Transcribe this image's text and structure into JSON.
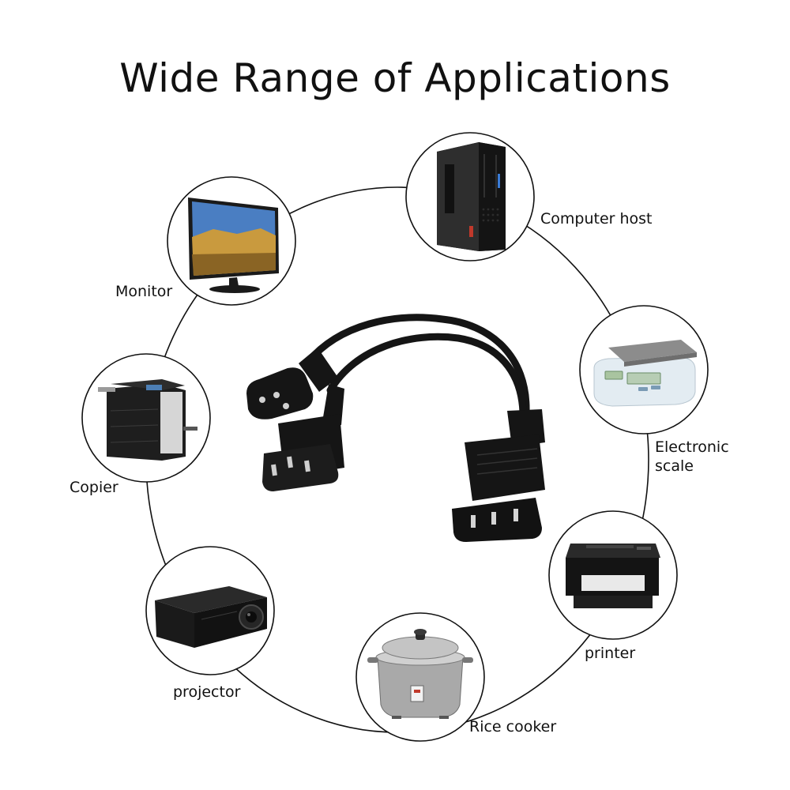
{
  "title": "Wide Range of Applications",
  "devices": [
    {
      "id": "computer-host",
      "label": "Computer host",
      "icon": "computer-tower-icon"
    },
    {
      "id": "monitor",
      "label": "Monitor",
      "icon": "monitor-icon"
    },
    {
      "id": "electronic-scale",
      "label": "Electronic scale",
      "icon": "scale-icon"
    },
    {
      "id": "copier",
      "label": "Copier",
      "icon": "copier-icon"
    },
    {
      "id": "printer",
      "label": "printer",
      "icon": "printer-icon"
    },
    {
      "id": "projector",
      "label": "projector",
      "icon": "projector-icon"
    },
    {
      "id": "rice-cooker",
      "label": "Rice cooker",
      "icon": "rice-cooker-icon"
    }
  ],
  "center_item": {
    "icon": "y-splitter-power-cable-icon"
  },
  "colors": {
    "ring": "#111111",
    "cable": "#151515",
    "pc_accent": "#c0392b"
  }
}
